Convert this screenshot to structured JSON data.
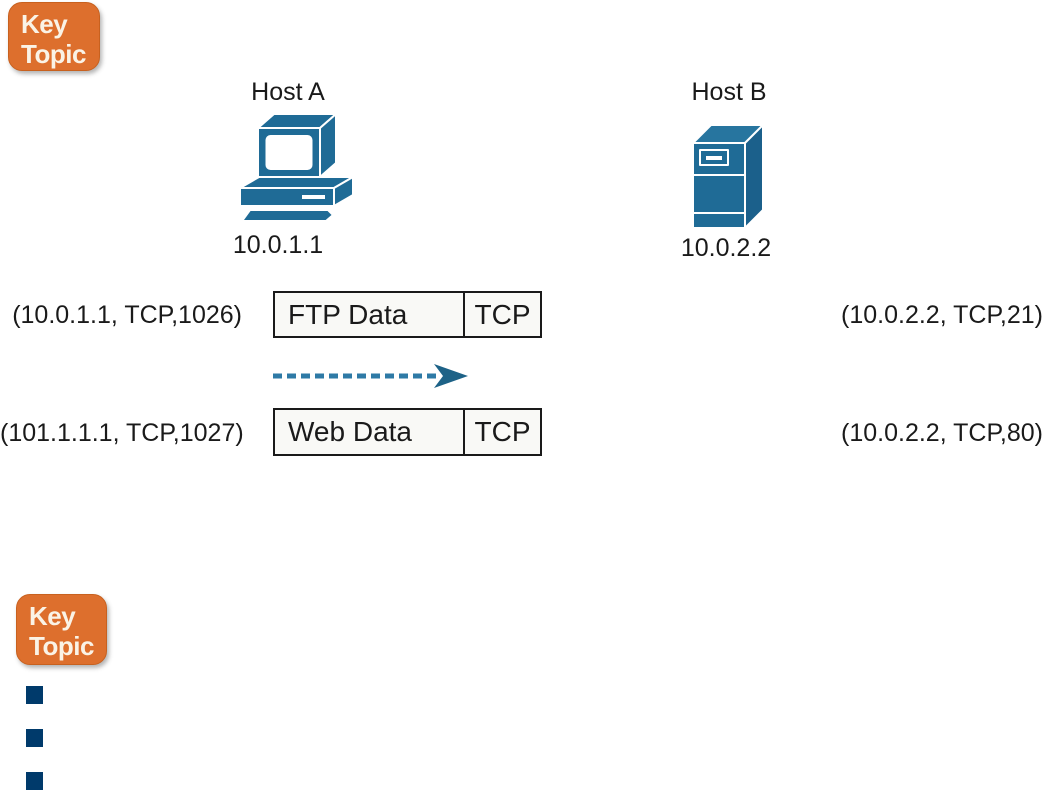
{
  "key_topic_badge": {
    "line1": "Key",
    "line2": "Topic",
    "color": "#dd6f2d"
  },
  "diagram": {
    "hosts": [
      {
        "name": "Host A",
        "ip": "10.0.1.1",
        "icon": "desktop-computer-icon"
      },
      {
        "name": "Host B",
        "ip": "10.0.2.2",
        "icon": "server-icon"
      }
    ],
    "flows": [
      {
        "left_socket": "(10.0.1.1, TCP,1026)",
        "payload_label": "FTP Data",
        "header_label": "TCP",
        "right_socket": "(10.0.2.2, TCP,21)"
      },
      {
        "left_socket": "(101.1.1.1, TCP,1027)",
        "payload_label": "Web Data",
        "header_label": "TCP",
        "right_socket": "(10.0.2.2, TCP,80)"
      }
    ],
    "arrow": {
      "direction": "right",
      "style": "dashed",
      "color": "#2e7aa6"
    }
  },
  "bullet_list": {
    "count": 3,
    "color": "#003a6b"
  },
  "colors": {
    "icon_teal": "#1f6b96",
    "text": "#1a1a1a",
    "badge_orange": "#dd6f2d"
  }
}
